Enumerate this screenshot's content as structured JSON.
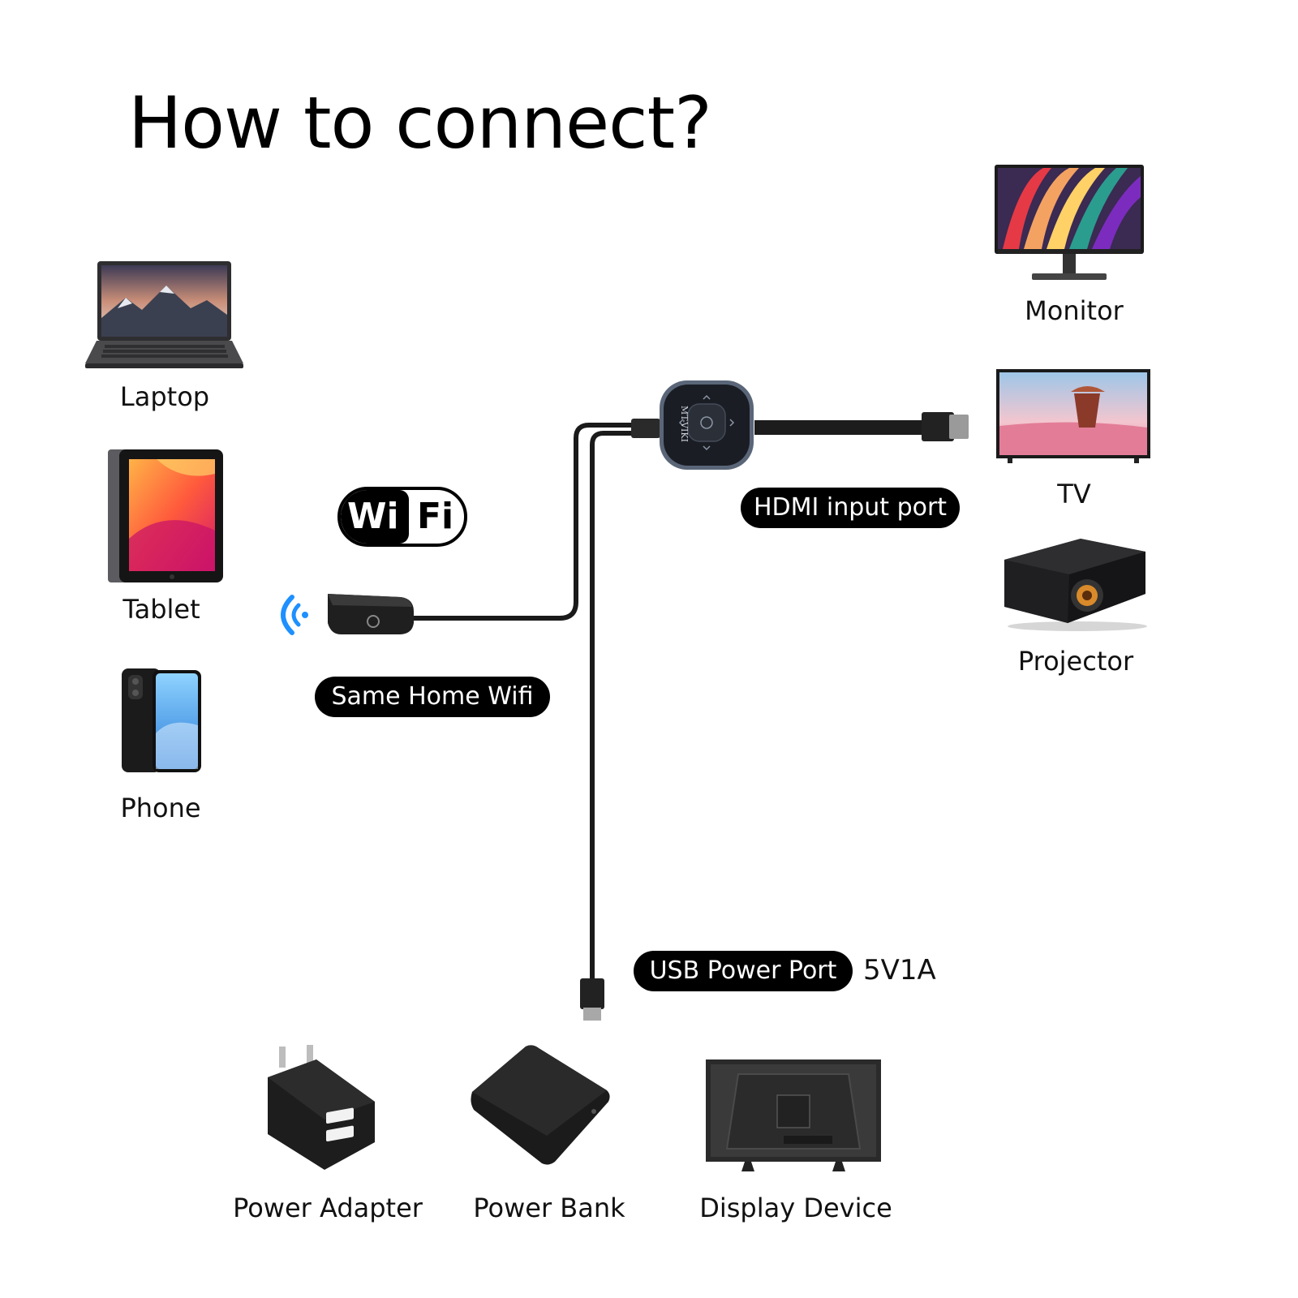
{
  "title": "How to connect?",
  "sources": {
    "laptop": "Laptop",
    "tablet": "Tablet",
    "phone": "Phone"
  },
  "wifi_logo": {
    "left": "Wi",
    "right": "Fi"
  },
  "badges": {
    "wifi": "Same Home Wifi",
    "hdmi": "HDMI input port",
    "usb": "USB Power Port"
  },
  "usb_spec": "5V1A",
  "dongle_brand": "MT-VIKI",
  "displays": {
    "monitor": "Monitor",
    "tv": "TV",
    "projector": "Projector"
  },
  "power": {
    "adapter": "Power Adapter",
    "bank": "Power Bank",
    "display": "Display Device"
  },
  "colors": {
    "accent_wifi_signal": "#1e90ff",
    "badge_bg": "#000000",
    "badge_text": "#ffffff",
    "cable": "#1a1a1a",
    "dongle_ring": "#5a6678"
  },
  "icons": [
    "wifi-signal-icon",
    "laptop-image",
    "tablet-image",
    "phone-image",
    "monitor-image",
    "tv-image",
    "projector-image",
    "power-adapter-image",
    "power-bank-image",
    "display-device-image"
  ]
}
